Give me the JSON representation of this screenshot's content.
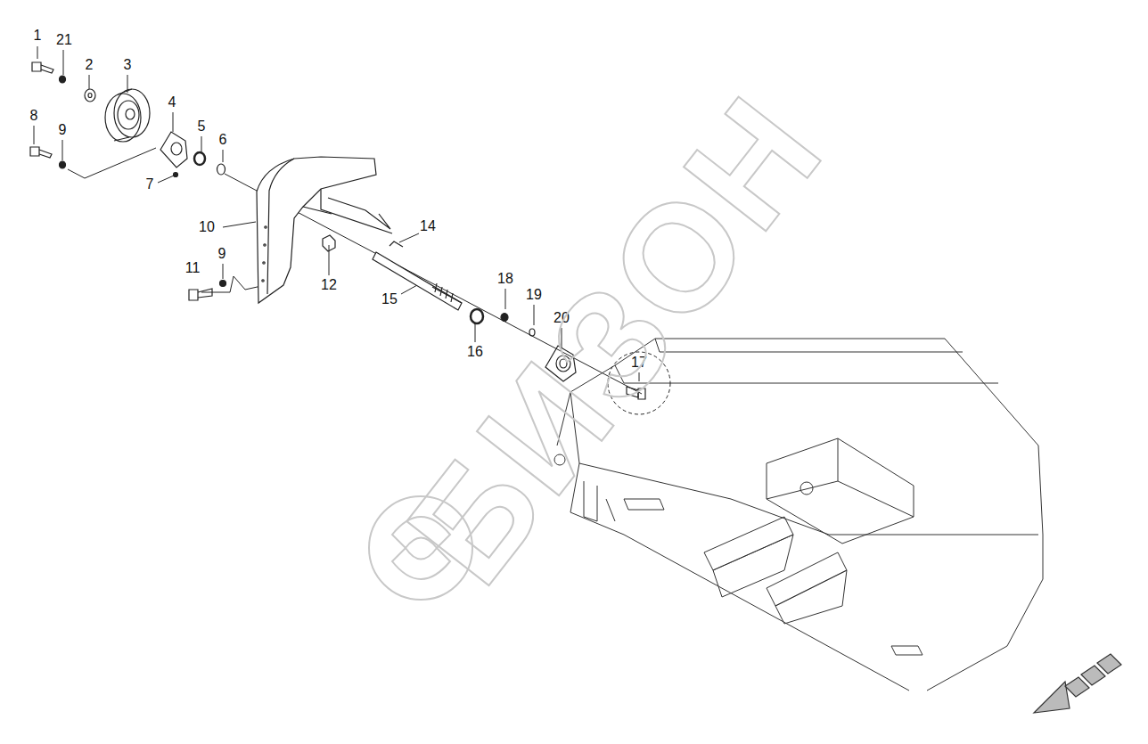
{
  "diagram": {
    "labels": [
      "1",
      "21",
      "2",
      "3",
      "4",
      "5",
      "6",
      "7",
      "8",
      "9",
      "10",
      "9",
      "11",
      "12",
      "14",
      "15",
      "16",
      "17",
      "18",
      "19",
      "20",
      "БИЗОН"
    ]
  }
}
